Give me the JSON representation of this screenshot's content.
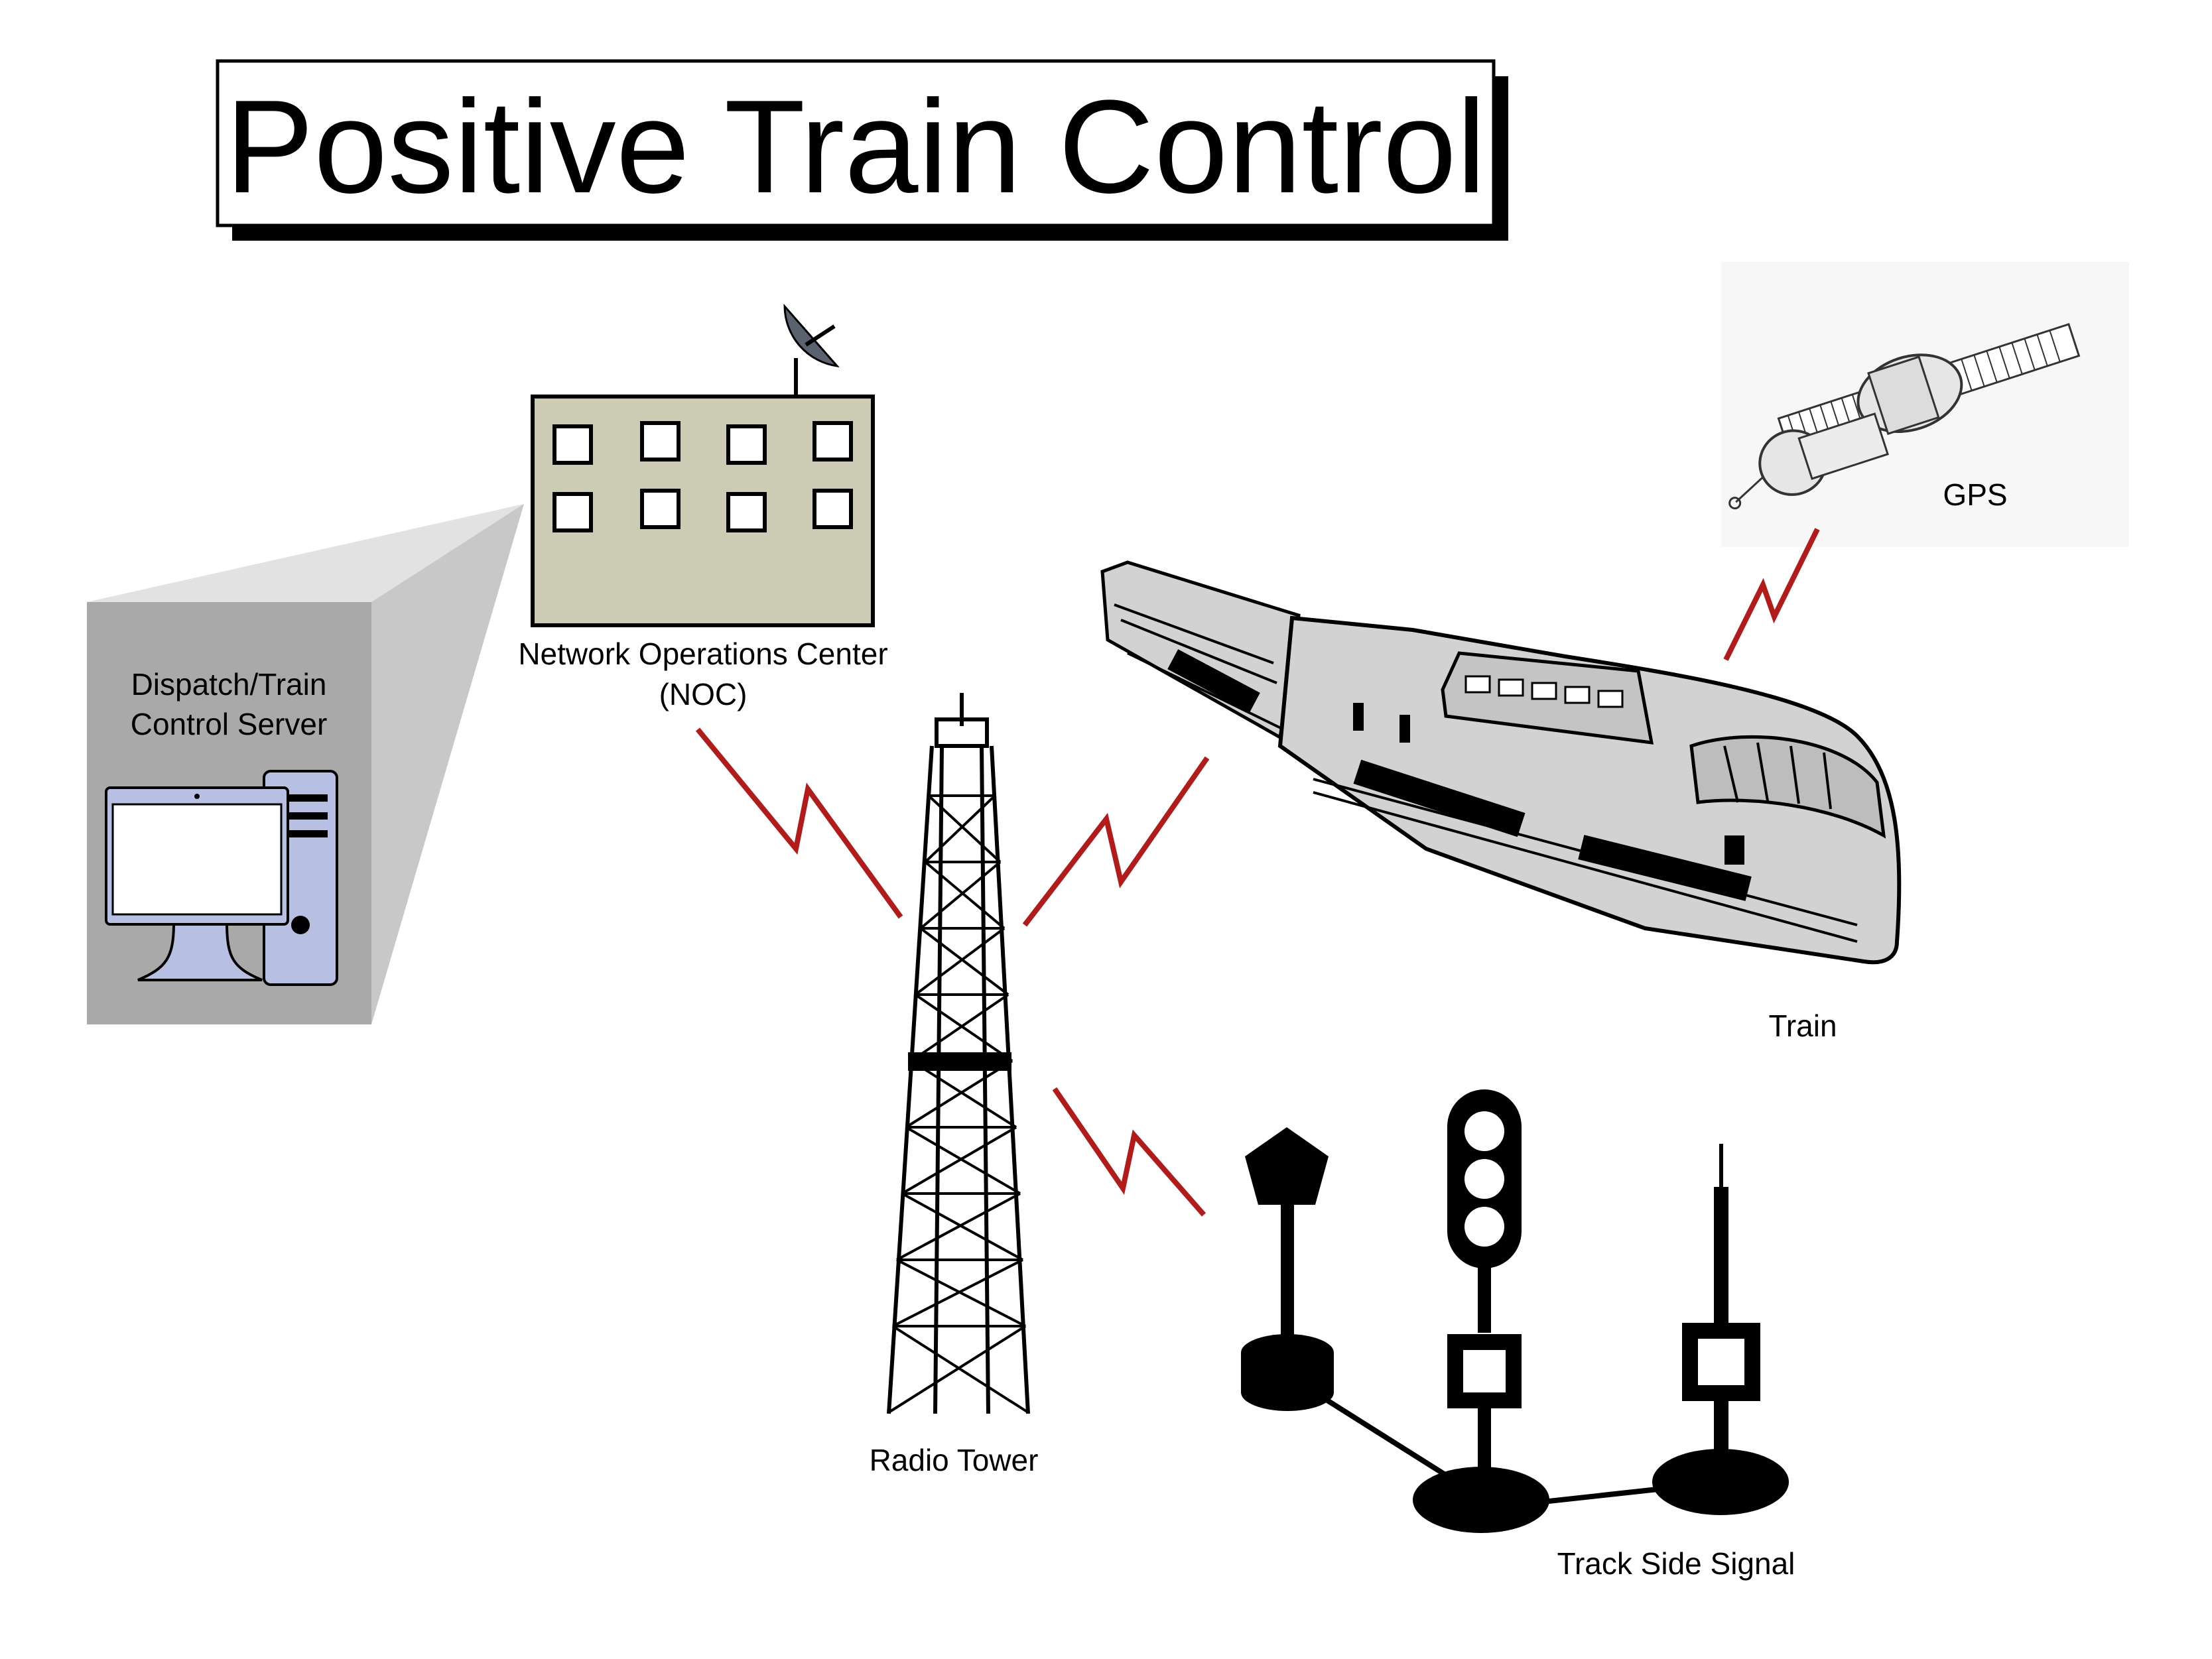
{
  "title": "Positive Train Control",
  "labels": {
    "server_line1": "Dispatch/Train",
    "server_line2": "Control Server",
    "noc_line1": "Network Operations Center",
    "noc_line2": "(NOC)",
    "gps": "GPS",
    "train": "Train",
    "tower": "Radio Tower",
    "signal": "Track Side Signal"
  },
  "colors": {
    "link": "#b31b1b",
    "building": "#cccbb3",
    "server_box": "#a9a9a9",
    "monitor": "#b7c0e3",
    "dish": "#5a6270",
    "train": "#cfcfcf"
  },
  "icons": [
    "server-icon",
    "building-icon",
    "satellite-icon",
    "train-icon",
    "radio-tower-icon",
    "signal-icon"
  ]
}
